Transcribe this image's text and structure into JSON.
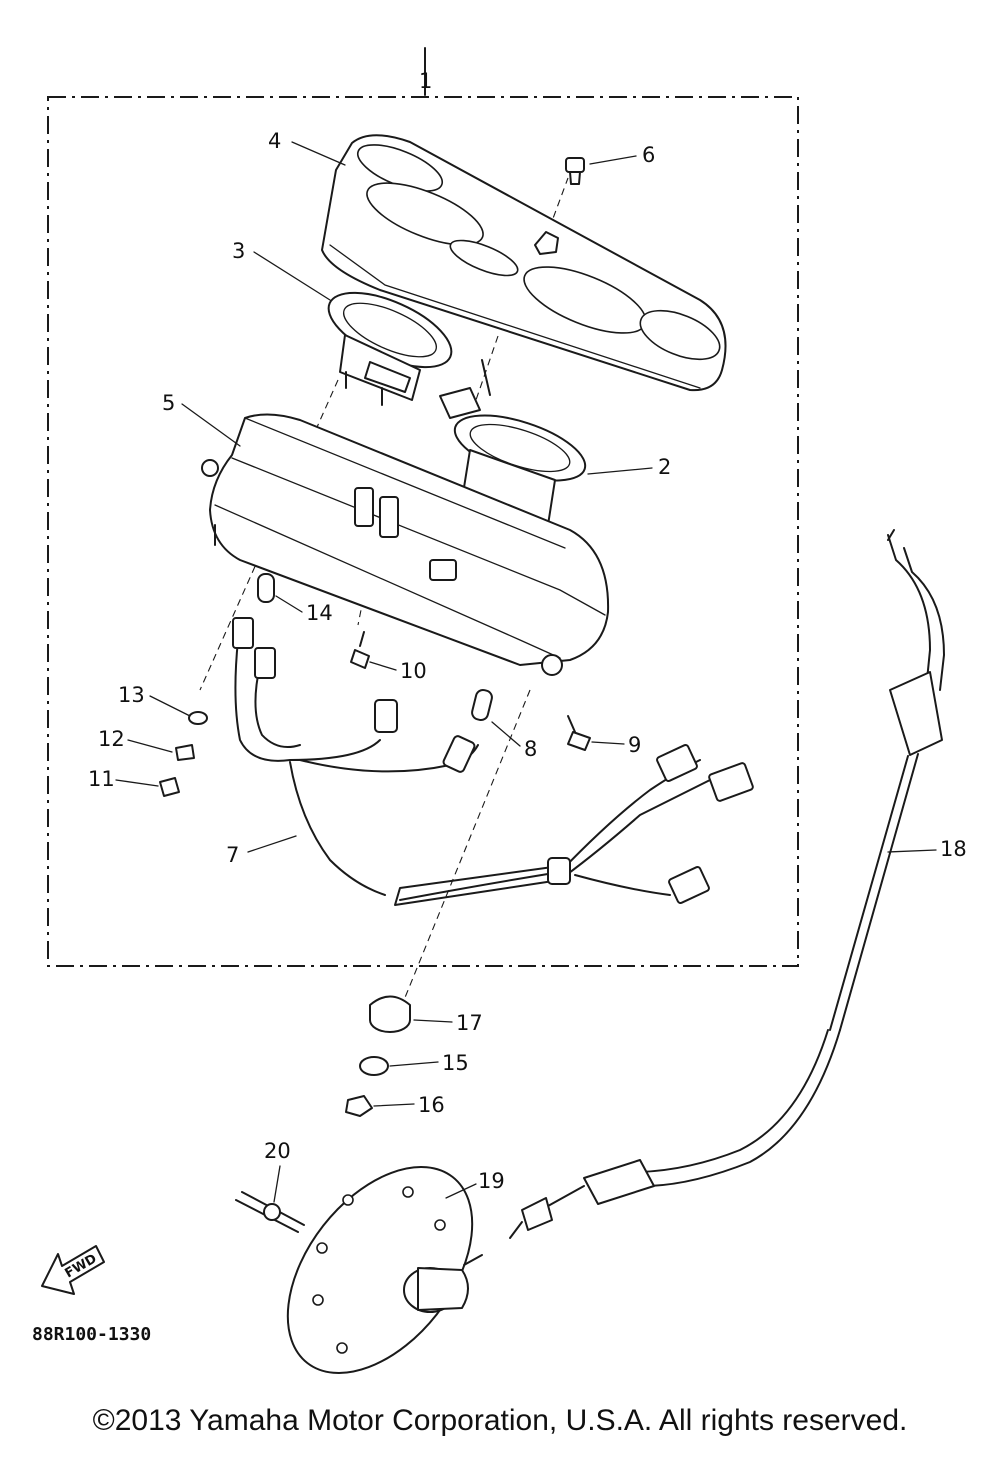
{
  "diagram": {
    "assembly_number": "1",
    "callouts": [
      "2",
      "3",
      "4",
      "5",
      "6",
      "7",
      "8",
      "9",
      "10",
      "11",
      "12",
      "13",
      "14",
      "15",
      "16",
      "17",
      "18",
      "19",
      "20"
    ],
    "fwd_label": "FWD",
    "drawing_code": "88R100-1330"
  },
  "footer": {
    "copyright": "©2013 Yamaha Motor Corporation, U.S.A. All rights reserved."
  }
}
